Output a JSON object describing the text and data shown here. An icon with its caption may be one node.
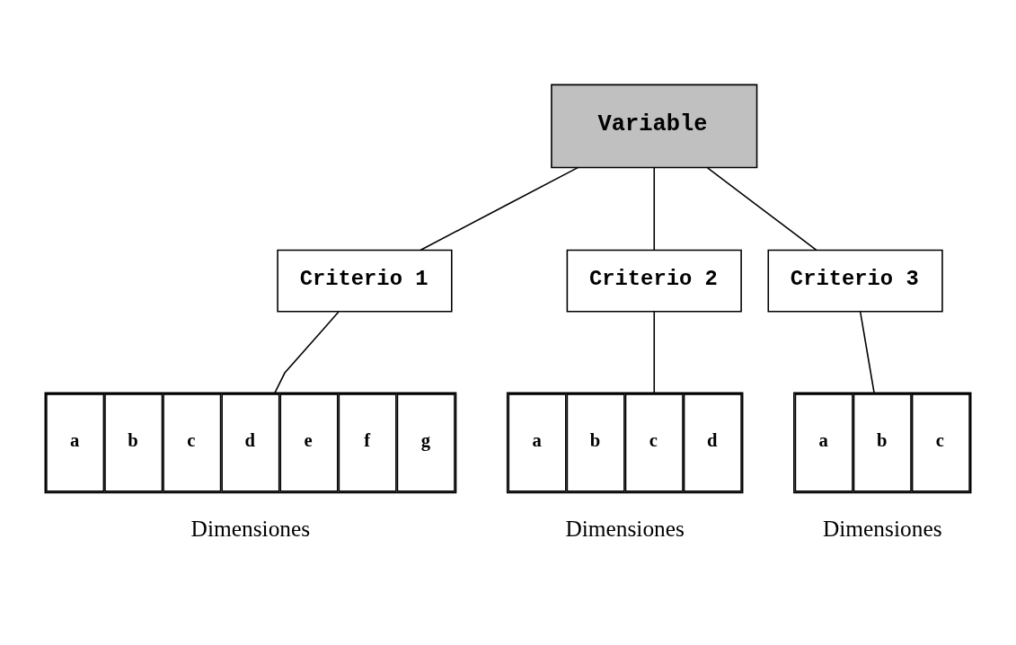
{
  "diagram": {
    "nodes": [
      {
        "text": [
          "Variable"
        ]
      },
      {
        "text": [
          "Criterio 1"
        ]
      },
      {
        "text": [
          "Criterio 2"
        ]
      },
      {
        "text": [
          "Criterio 3"
        ]
      },
      {
        "text": [],
        "shape": "box",
        "beside": [
          "Dimensiones"
        ]
      },
      {
        "text": [
          "a"
        ],
        "in": 4
      },
      {
        "text": [
          "b"
        ],
        "in": 4
      },
      {
        "text": [
          "c"
        ],
        "in": 4
      },
      {
        "text": [
          "d"
        ],
        "in": 4
      },
      {
        "text": [
          "e"
        ],
        "in": 4
      },
      {
        "text": [
          "f"
        ],
        "in": 4
      },
      {
        "text": [
          "g"
        ],
        "in": 4
      },
      {
        "text": [],
        "shape": "box",
        "beside": [
          "Dimensiones"
        ]
      },
      {
        "text": [
          "a"
        ],
        "in": 12
      },
      {
        "text": [
          "b"
        ],
        "in": 12
      },
      {
        "text": [
          "c"
        ],
        "in": 12
      },
      {
        "text": [
          "d"
        ],
        "in": 12
      },
      {
        "text": [],
        "shape": "box",
        "beside": [
          "Dimensiones"
        ]
      },
      {
        "text": [
          "a"
        ],
        "in": 17
      },
      {
        "text": [
          "b"
        ],
        "in": 17
      },
      {
        "text": [
          "c"
        ],
        "in": 17
      }
    ],
    "edges": [
      {
        "from": 0,
        "to": 1,
        "arrow": "none"
      },
      {
        "from": 0,
        "to": 2,
        "arrow": "none"
      },
      {
        "from": 0,
        "to": 3,
        "arrow": "none"
      },
      {
        "from": 1,
        "to": 4,
        "arrow": "none"
      },
      {
        "from": 2,
        "to": 12,
        "arrow": "none"
      },
      {
        "from": 3,
        "to": 17,
        "arrow": "none"
      }
    ]
  }
}
